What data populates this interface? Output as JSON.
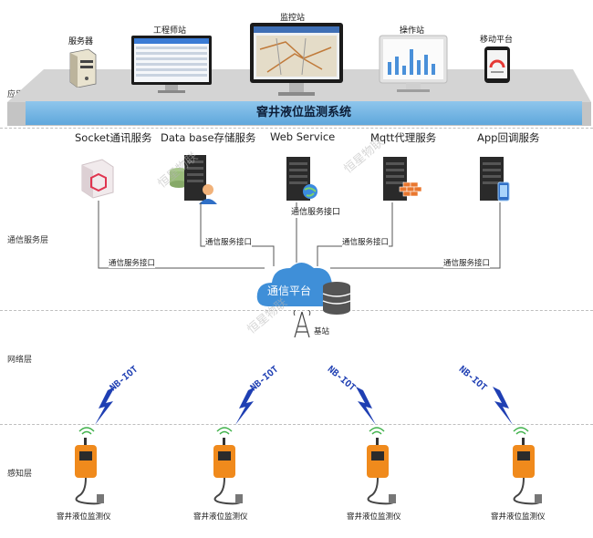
{
  "layers": {
    "application": "应用层",
    "communication": "通信服务层",
    "network": "网络层",
    "perception": "感知层"
  },
  "apps": [
    "服务器",
    "工程师站",
    "监控站",
    "操作站",
    "移动平台"
  ],
  "system_title": "窨井液位监测系统",
  "services": [
    "Socket通讯服务",
    "Data base存储服务",
    "Web Service",
    "Mqtt代理服务",
    "App回调服务"
  ],
  "interface_label": "通信服务接口",
  "web_interface_vertical": "通信服务接口",
  "cloud_label": "通信平台",
  "base_station": "基站",
  "signals": [
    "NB-IOT",
    "NB-IOT",
    "NB-IOT",
    "NB-IOT"
  ],
  "device_label": "窨井液位监测仪",
  "watermark": "恒星物联",
  "colors": {
    "banner": "#6aaee0",
    "platform": "#d7d7d7",
    "cloud": "#3f8fd8",
    "device_orange": "#f08a1c",
    "signal_blue": "#1f3fb3"
  }
}
